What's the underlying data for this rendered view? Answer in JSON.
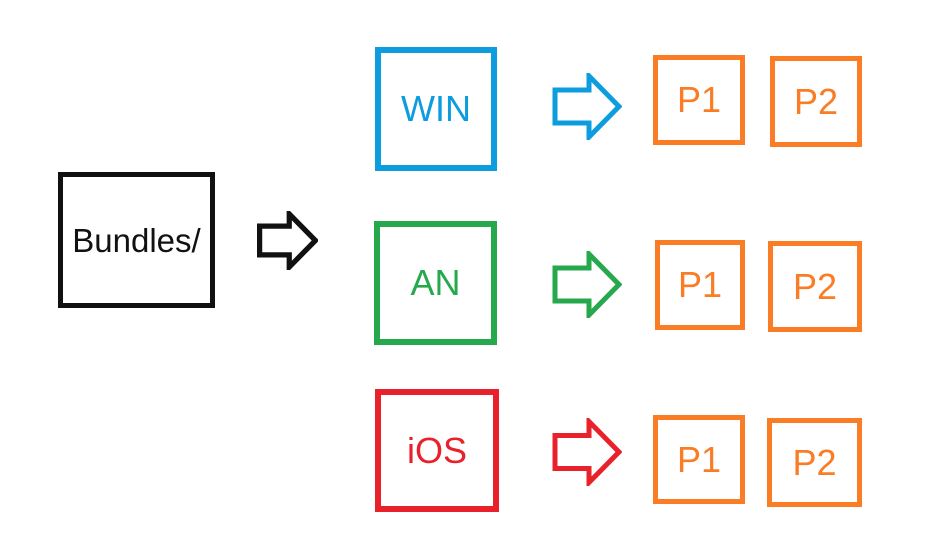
{
  "diagram": {
    "background": "#ffffff",
    "root": {
      "label": "Bundles/",
      "color": "#111111"
    },
    "root_arrow": {
      "icon": "block-arrow-right",
      "color": "#111111"
    },
    "child_box_color": "#fa7d26",
    "rows": [
      {
        "id": "win",
        "label": "WIN",
        "color": "#0d9dde",
        "arrow_icon": "block-arrow-right",
        "children": [
          {
            "label": "P1"
          },
          {
            "label": "P2"
          }
        ]
      },
      {
        "id": "an",
        "label": "AN",
        "color": "#26a84d",
        "arrow_icon": "block-arrow-right",
        "children": [
          {
            "label": "P1"
          },
          {
            "label": "P2"
          }
        ]
      },
      {
        "id": "ios",
        "label": "iOS",
        "color": "#e8212a",
        "arrow_icon": "block-arrow-right",
        "children": [
          {
            "label": "P1"
          },
          {
            "label": "P2"
          }
        ]
      }
    ]
  }
}
